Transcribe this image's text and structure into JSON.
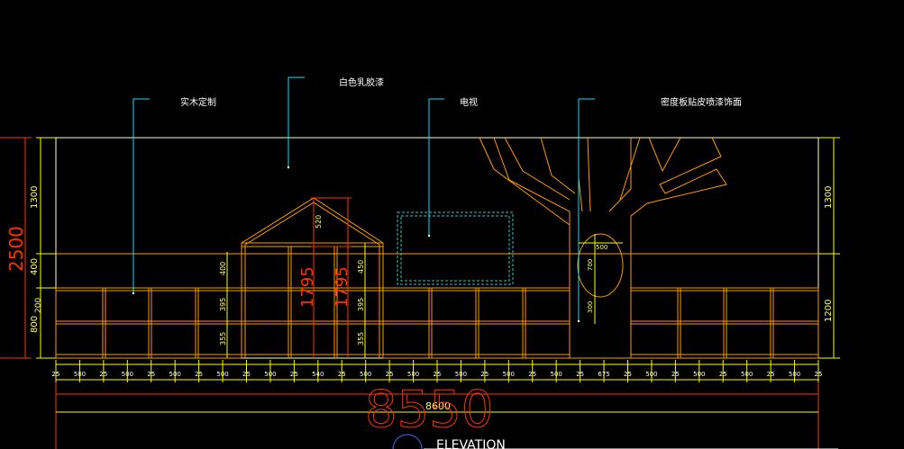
{
  "drawing": {
    "annotations": {
      "solid_wood": "实木定制",
      "white_latex_paint": "白色乳胶漆",
      "tv": "电视",
      "board_finish": "密度板贴皮喷漆饰面"
    },
    "dims": {
      "total_height_big": "2500",
      "total_width_big": "8550",
      "overall_width": "8600",
      "left_1300": "1300",
      "left_400": "400",
      "left_200": "200",
      "left_800": "800",
      "right_1300": "1300",
      "right_1200": "1200",
      "roof_520": "520",
      "house_1795_a": "1795",
      "house_1795_b": "1795",
      "d_400": "400",
      "d_450": "450",
      "d_395_a": "395",
      "d_395_b": "395",
      "d_355_a": "355",
      "d_355_b": "355",
      "tree_500": "500",
      "tree_700": "700",
      "tree_300": "300"
    },
    "bottom_chain": [
      "25",
      "500",
      "25",
      "500",
      "25",
      "500",
      "25",
      "500",
      "25",
      "500",
      "25",
      "540",
      "25",
      "500",
      "25",
      "500",
      "25",
      "500",
      "25",
      "500",
      "25",
      "500",
      "25",
      "675",
      "25",
      "500",
      "25",
      "500",
      "25",
      "500",
      "25",
      "500",
      "25"
    ],
    "title": "ELEVATION",
    "colors": {
      "outline": "#ffff00",
      "structure": "#ff9900",
      "leader": "#00e5ff",
      "dim_red": "#ff3300",
      "tv_frame": "#2fc7c7",
      "dim_text": "#ffff66"
    }
  }
}
